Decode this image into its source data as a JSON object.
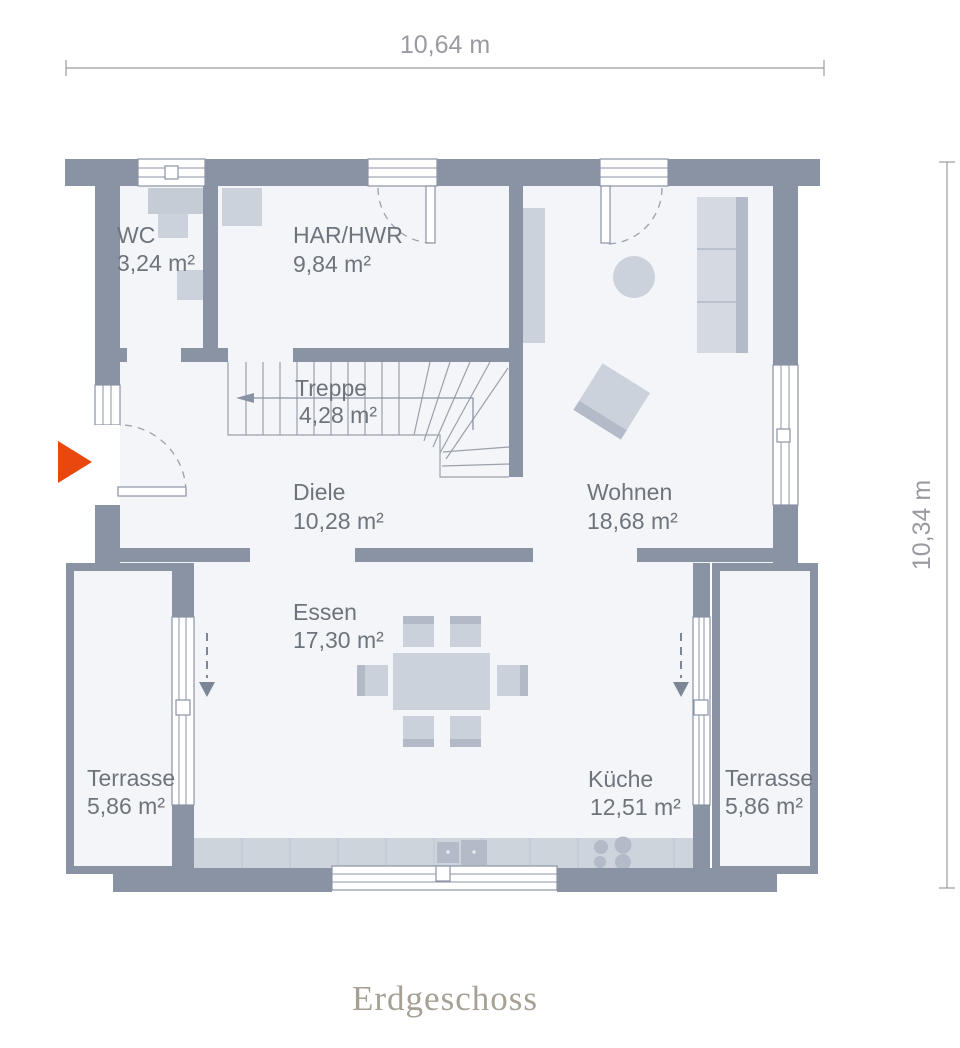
{
  "title": {
    "text": "Erdgeschoss"
  },
  "dimensions": {
    "width": "10,64 m",
    "height": "10,34 m"
  },
  "rooms": {
    "wc": {
      "name": "WC",
      "area": "3,24 m²"
    },
    "har_hwr": {
      "name": "HAR/HWR",
      "area": "9,84 m²"
    },
    "treppe": {
      "name": "Treppe",
      "area": "4,28 m²"
    },
    "diele": {
      "name": "Diele",
      "area": "10,28 m²"
    },
    "wohnen": {
      "name": "Wohnen",
      "area": "18,68 m²"
    },
    "essen": {
      "name": "Essen",
      "area": "17,30 m²"
    },
    "kueche": {
      "name": "Küche",
      "area": "12,51 m²"
    },
    "terrasse_left": {
      "name": "Terrasse",
      "area": "5,86 m²"
    },
    "terrasse_right": {
      "name": "Terrasse",
      "area": "5,86 m²"
    }
  },
  "icons": {
    "entrance_arrow": "entrance-direction-right"
  },
  "colors": {
    "wall": "#8a93a4",
    "room_fill": "#f4f5f8",
    "furniture": "#ccd2db",
    "furniture_dark": "#b4bbc8",
    "label_text": "#6e747c",
    "dimension": "#9a9aa2",
    "title": "#a7a195",
    "entrance_arrow": "#e8470e"
  }
}
